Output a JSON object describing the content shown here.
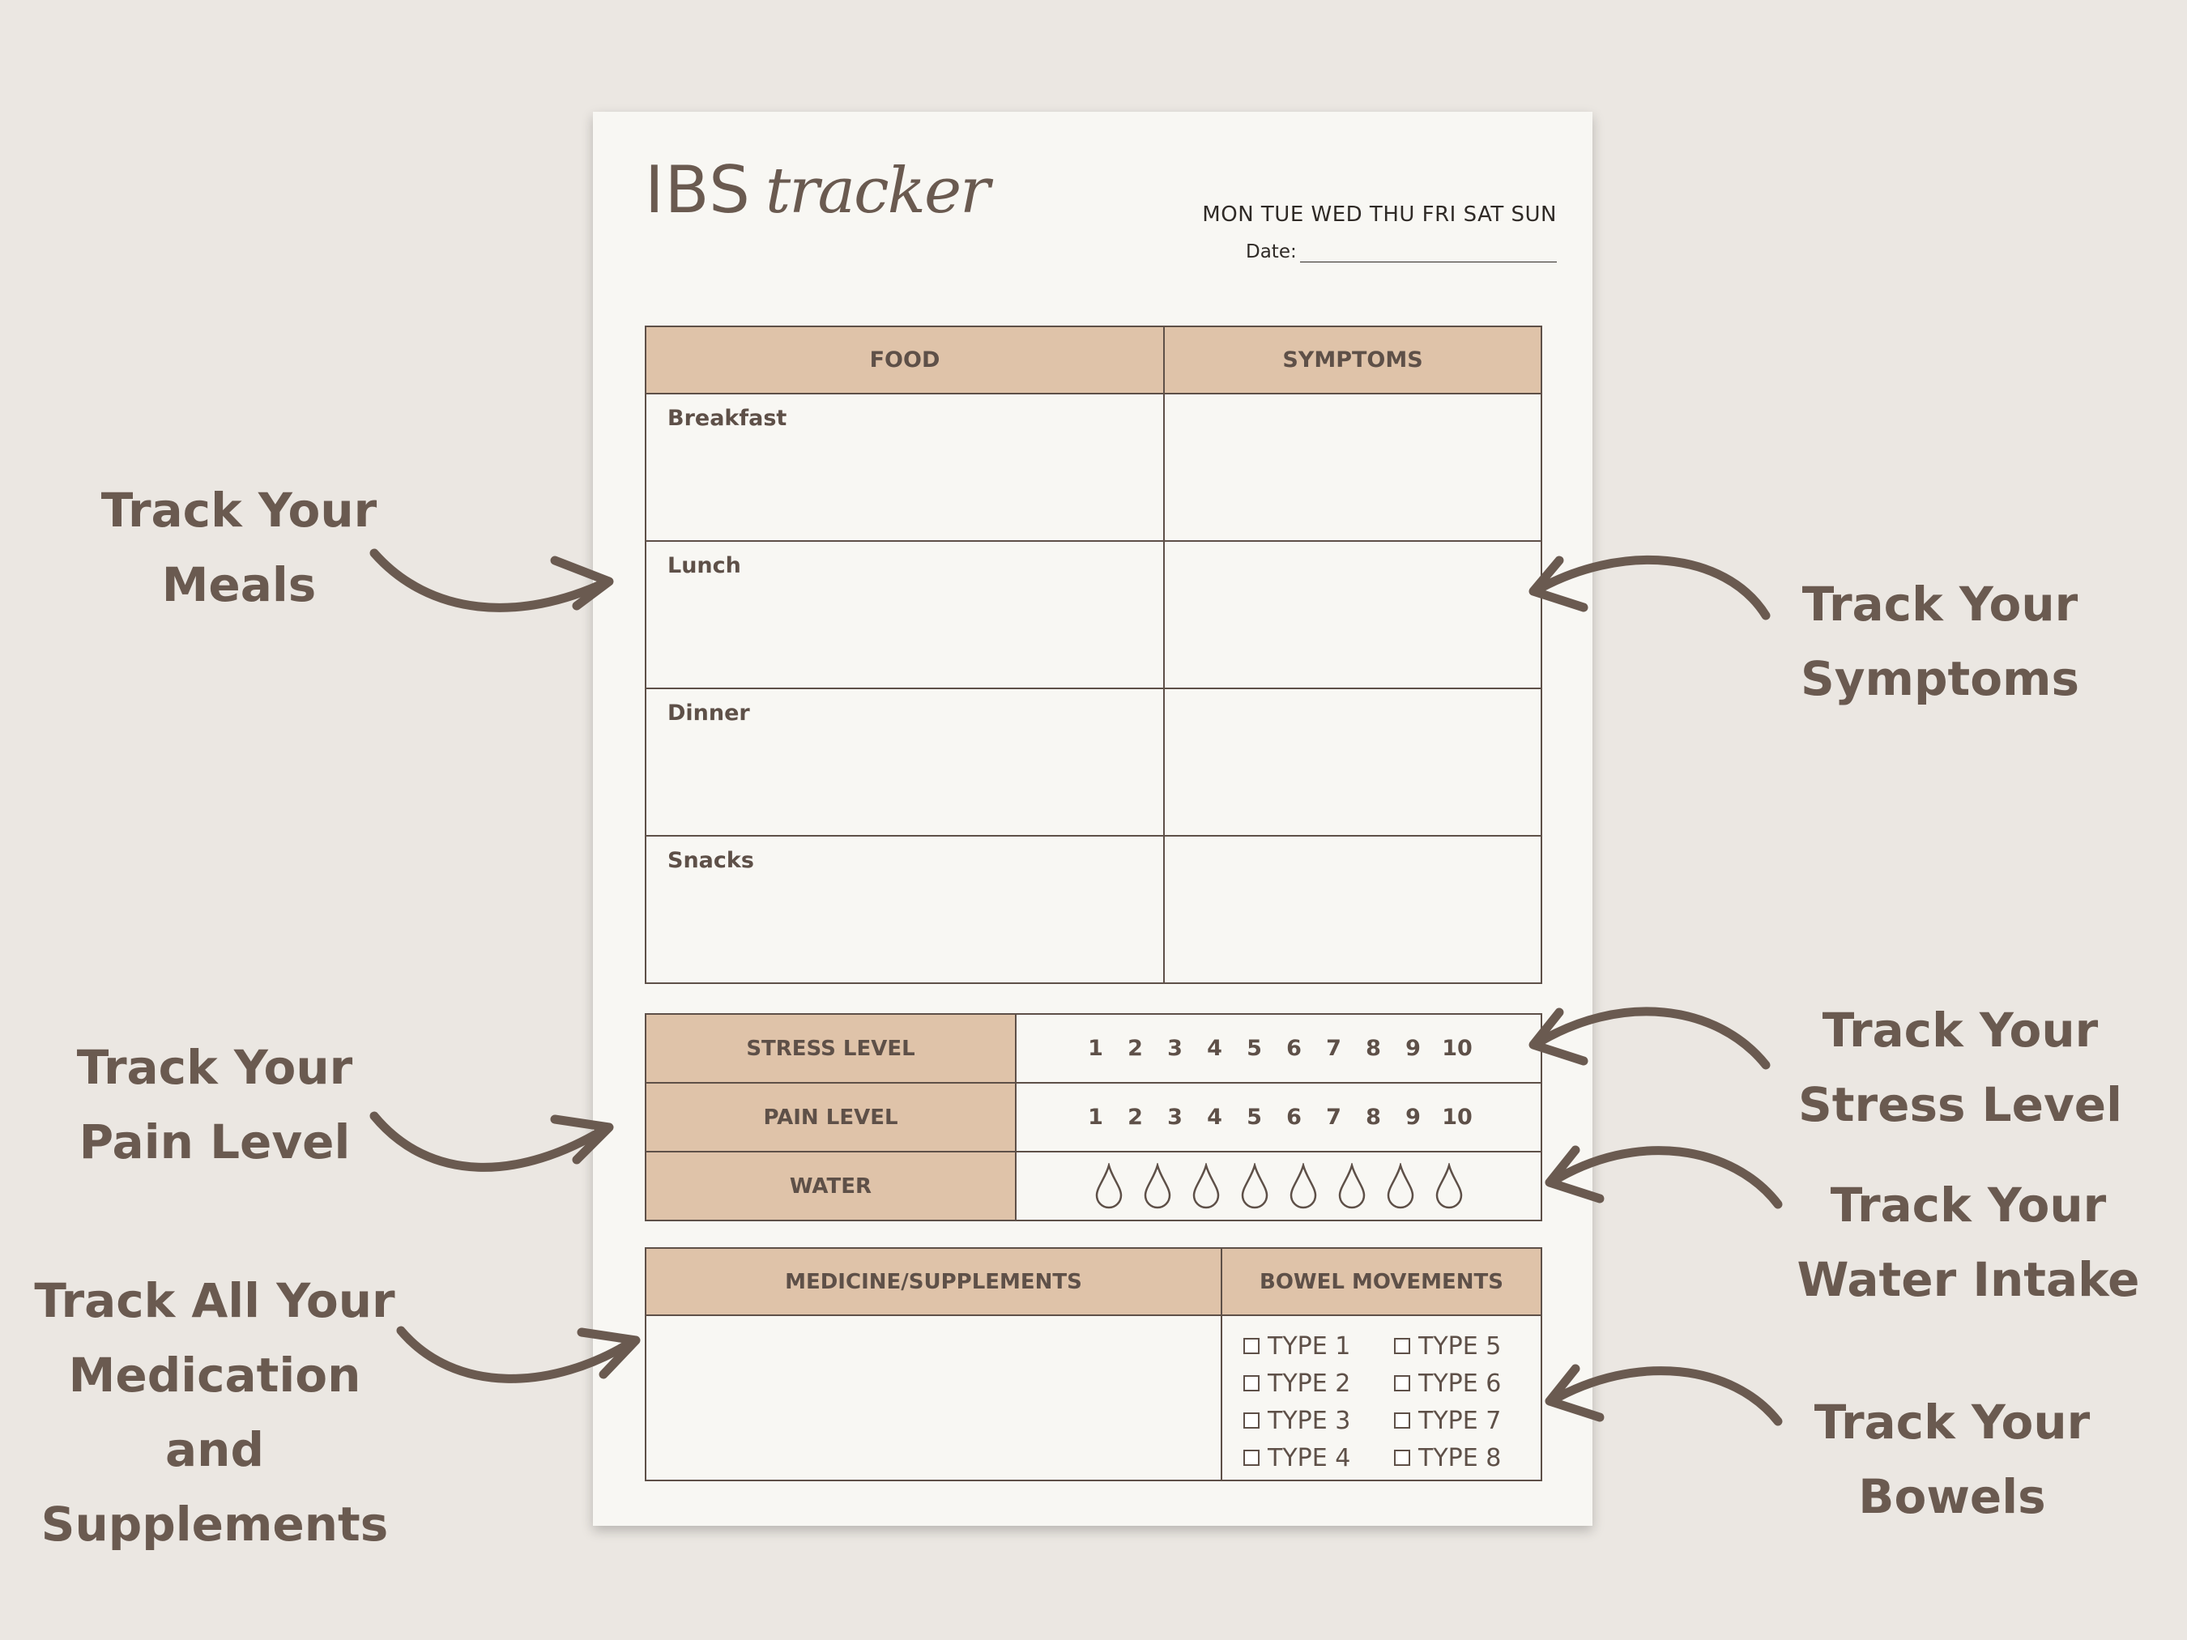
{
  "tracker": {
    "title_main": "IBS",
    "title_script": "tracker",
    "days": "MON TUE WED THU FRI SAT SUN",
    "date_label": "Date:",
    "meals": {
      "headers": [
        "FOOD",
        "SYMPTOMS"
      ],
      "rows": [
        "Breakfast",
        "Lunch",
        "Dinner",
        "Snacks"
      ]
    },
    "levels": {
      "stress_label": "STRESS LEVEL",
      "pain_label": "PAIN LEVEL",
      "water_label": "WATER",
      "scale": [
        "1",
        "2",
        "3",
        "4",
        "5",
        "6",
        "7",
        "8",
        "9",
        "10"
      ],
      "water_drop_count": 8
    },
    "meds": {
      "medicine_header": "MEDICINE/SUPPLEMENTS",
      "bowel_header": "BOWEL MOVEMENTS",
      "types": [
        "TYPE 1",
        "TYPE 5",
        "TYPE 2",
        "TYPE 6",
        "TYPE 3",
        "TYPE 7",
        "TYPE 4",
        "TYPE 8"
      ]
    }
  },
  "callouts": {
    "meals": [
      "Track Your",
      "Meals"
    ],
    "symptoms": [
      "Track Your",
      "Symptoms"
    ],
    "pain": [
      "Track Your",
      "Pain Level"
    ],
    "stress": [
      "Track Your",
      "Stress Level"
    ],
    "water": [
      "Track Your",
      "Water Intake"
    ],
    "medication": [
      "Track All Your",
      "Medication",
      "and",
      "Supplements"
    ],
    "bowels": [
      "Track Your",
      "Bowels"
    ]
  },
  "colors": {
    "background": "#ebe7e2",
    "paper": "#f8f7f3",
    "accent": "#dfc3a9",
    "text": "#6a5a50"
  }
}
